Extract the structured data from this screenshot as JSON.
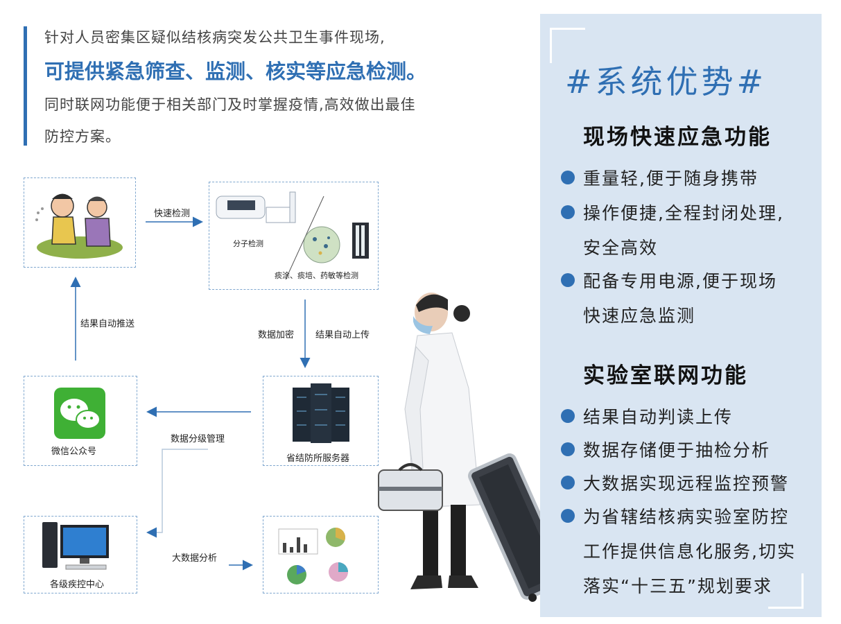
{
  "intro": {
    "line1": "针对人员密集区疑似结核病突发公共卫生事件现场,",
    "line2": "可提供紧急筛查、监测、核实等应急检测。",
    "line3": "同时联网功能便于相关部门及时掌握疫情,高效做出最佳",
    "line4": "防控方案。"
  },
  "flow": {
    "arrow_fast_detect": "快速检测",
    "molecular_label": "分子检测",
    "sputum_label": "痰涂、痰培、药敏等检测",
    "data_encrypt": "数据加密",
    "auto_upload": "结果自动上传",
    "auto_push": "结果自动推送",
    "wechat_label": "微信公众号",
    "server_label": "省结防所服务器",
    "data_grading": "数据分级管理",
    "cdc_label": "各级疾控中心",
    "big_data": "大数据分析"
  },
  "panel": {
    "title": "#系统优势#",
    "section1": {
      "title": "现场快速应急功能",
      "items": [
        "重量轻,便于随身携带",
        "操作便捷,全程封闭处理,",
        "安全高效",
        "配备专用电源,便于现场",
        "快速应急监测"
      ]
    },
    "section2": {
      "title": "实验室联网功能",
      "items": [
        "结果自动判读上传",
        "数据存储便于抽检分析",
        "大数据实现远程监控预警",
        "为省辖结核病实验室防控",
        "工作提供信息化服务,切实",
        "落实“十三五”规划要求"
      ]
    }
  },
  "colors": {
    "accent": "#2f6fb3",
    "panel_bg": "#d9e5f2",
    "dash": "#7fa7cf",
    "wechat_green": "#3fb035"
  }
}
